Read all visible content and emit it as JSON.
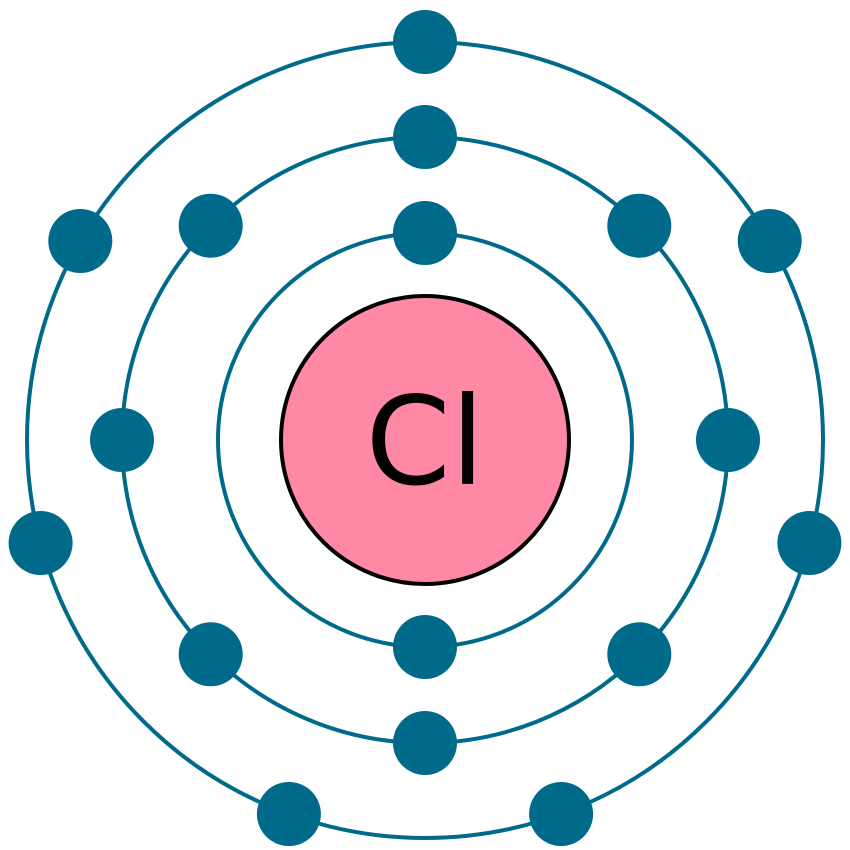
{
  "atom": {
    "symbol": "Cl",
    "shells": [
      {
        "electrons": 2,
        "angles_deg": [
          90,
          270
        ]
      },
      {
        "electrons": 8,
        "angles_deg": [
          90,
          45,
          0,
          -45,
          -90,
          -135,
          180,
          135
        ]
      },
      {
        "electrons": 7,
        "angles_deg": [
          90,
          30,
          -15,
          -70,
          -110,
          -165,
          150
        ]
      }
    ]
  },
  "colors": {
    "nucleus_fill": "#FF88A4",
    "nucleus_stroke": "#000000",
    "shell": "#006A8A",
    "electron": "#006A8A",
    "symbol": "#000000"
  }
}
